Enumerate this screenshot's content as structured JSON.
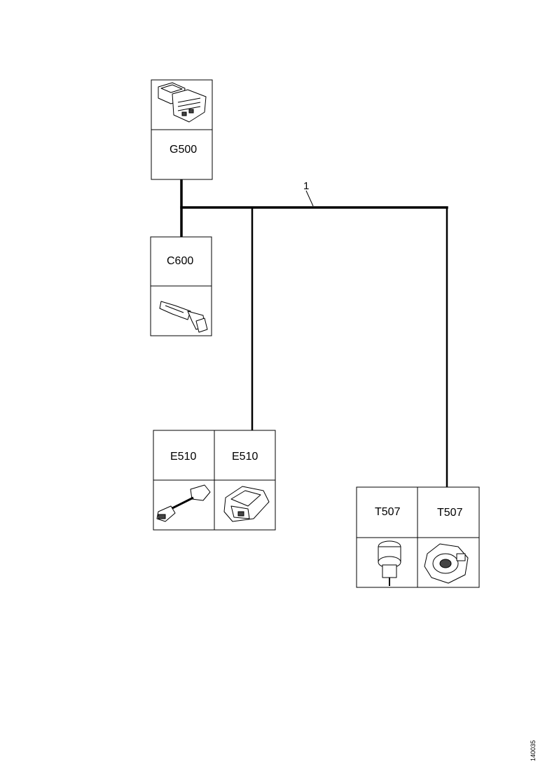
{
  "wire_callout": "1",
  "connectors": {
    "g500": {
      "label": "G500",
      "icon": "multi-pin-connector-icon"
    },
    "c600": {
      "label": "C600",
      "icon": "terminal-clip-icon"
    },
    "e510_a": {
      "label": "E510",
      "icon": "cable-sensor-icon"
    },
    "e510_b": {
      "label": "E510",
      "icon": "connector-housing-icon"
    },
    "t507_a": {
      "label": "T507",
      "icon": "pressure-sensor-icon"
    },
    "t507_b": {
      "label": "T507",
      "icon": "round-connector-icon"
    }
  },
  "reference_number": "140035"
}
